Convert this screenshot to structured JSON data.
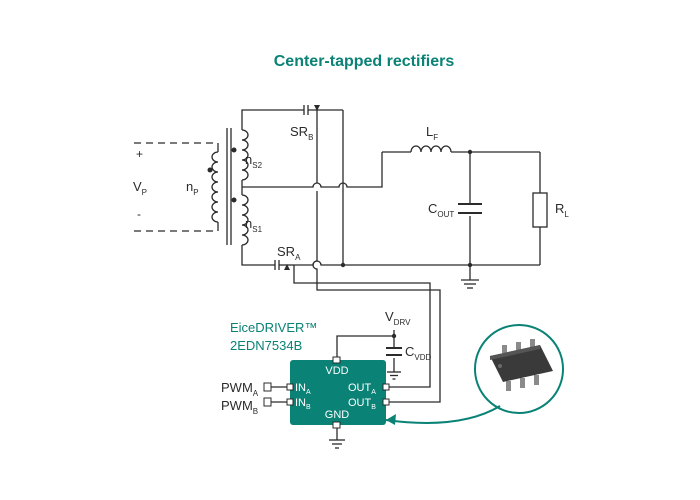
{
  "title": "Center-tapped rectifiers",
  "colors": {
    "accent": "#0a8276",
    "wire": "#2b2b2b",
    "chip_fill": "#0a8276",
    "chip_text": "#ffffff",
    "package": "#3a3a3a",
    "background": "#ffffff"
  },
  "labels": {
    "plus": "+",
    "minus": "-",
    "vp_main": "V",
    "vp_sub": "P",
    "np_main": "n",
    "np_sub": "P",
    "ns2_main": "n",
    "ns2_sub": "S2",
    "ns1_main": "n",
    "ns1_sub": "S1",
    "srb_main": "SR",
    "srb_sub": "B",
    "sra_main": "SR",
    "sra_sub": "A",
    "lf_main": "L",
    "lf_sub": "F",
    "cout_main": "C",
    "cout_sub": "OUT",
    "rl_main": "R",
    "rl_sub": "L",
    "vdrv_main": "V",
    "vdrv_sub": "DRV",
    "cvdd_main": "C",
    "cvdd_sub": "VDD"
  },
  "driver": {
    "brand": "EiceDRIVER™",
    "part": "2EDN7534B",
    "vdd": "VDD",
    "gnd": "GND",
    "in_main": "IN",
    "ina_sub": "A",
    "inb_sub": "B",
    "out_main": "OUT",
    "outa_sub": "A",
    "outb_sub": "B",
    "pwm_main": "PWM",
    "pwma_sub": "A",
    "pwmb_sub": "B"
  },
  "package_icon": "sot23-6-package-icon"
}
